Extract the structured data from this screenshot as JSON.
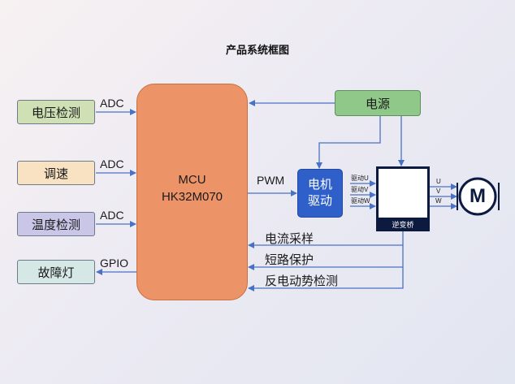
{
  "title": "产品系统框图",
  "inputs": [
    {
      "label": "电压检测",
      "signal": "ADC",
      "color": "#cfe0b4"
    },
    {
      "label": "调速",
      "signal": "ADC",
      "color": "#f8e2c2"
    },
    {
      "label": "温度检测",
      "signal": "ADC",
      "color": "#c9c6e8"
    },
    {
      "label": "故障灯",
      "signal": "GPIO",
      "color": "#d6e8e6"
    }
  ],
  "mcu": {
    "line1": "MCU",
    "line2": "HK32M070",
    "color": "#ec9468"
  },
  "power": {
    "label": "电源",
    "color": "#8fc888"
  },
  "pwm_label": "PWM",
  "driver": {
    "line1": "电机",
    "line2": "驱动",
    "color": "#2f5fc9"
  },
  "drive_signals": [
    "驱动U",
    "驱动V",
    "驱动W"
  ],
  "inverter": {
    "label": "逆变桥"
  },
  "phases": [
    "U",
    "V",
    "W"
  ],
  "motor": {
    "label": "M"
  },
  "feedback": [
    "电流采样",
    "短路保护",
    "反电动势检测"
  ],
  "colors": {
    "line": "#4a72c4",
    "text": "#1a1a1a"
  }
}
